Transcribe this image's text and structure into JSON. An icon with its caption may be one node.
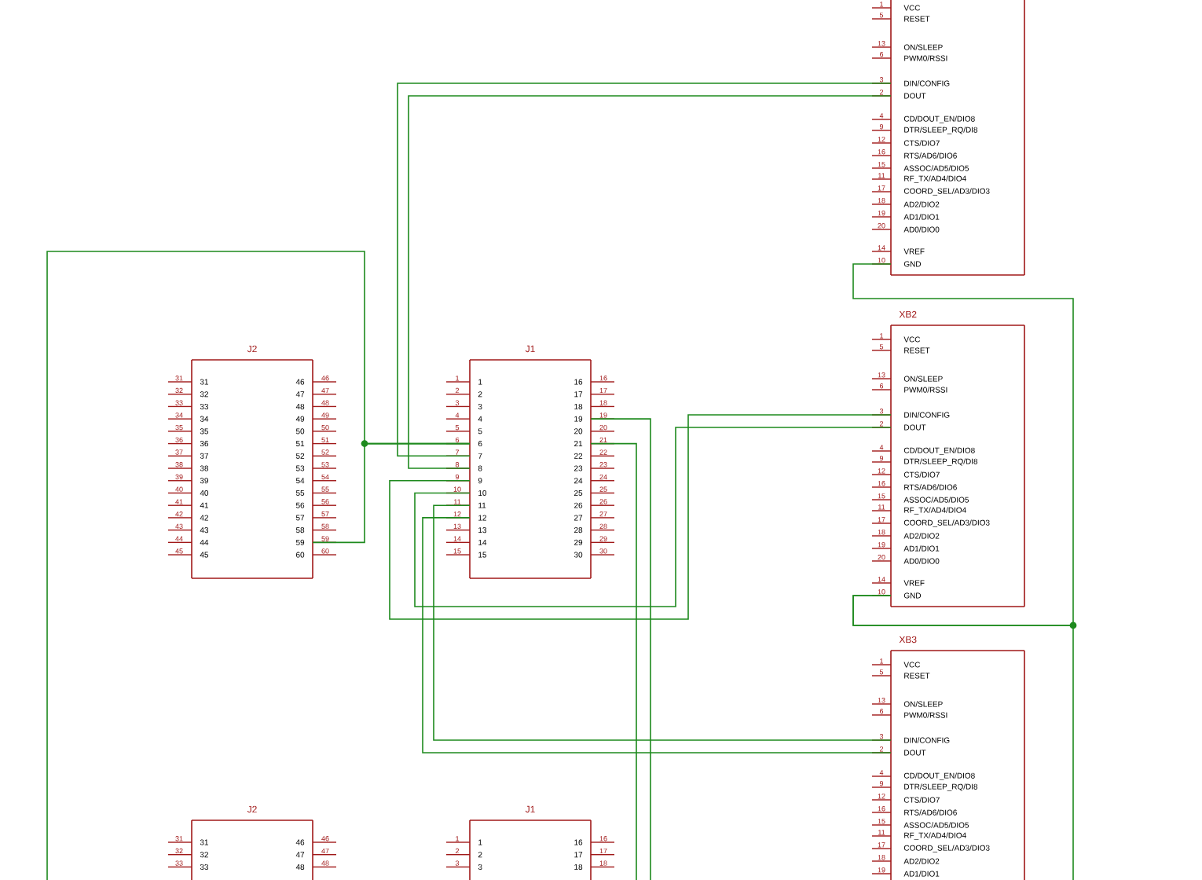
{
  "diagram": {
    "nodes": [
      {
        "text": [
          "VCC",
          "RESET",
          "ON/SLEEP",
          "PWM0/RSSI",
          "DIN/CONFIG",
          "DOUT",
          "CD/DOUT_EN/DIO8",
          "DTR/SLEEP_RQ/DI8",
          "CTS/DIO7",
          "RTS/AD6/DIO6",
          "ASSOC/AD5/DIO5",
          "RF_TX/AD4/DIO4",
          "COORD_SEL/AD3/DIO3",
          "AD2/DIO2",
          "AD1/DIO1",
          "AD0/DIO0",
          "VREF",
          "GND",
          "1",
          "5",
          "13",
          "6",
          "3",
          "2",
          "4",
          "9",
          "12",
          "16",
          "15",
          "11",
          "17",
          "18",
          "19",
          "20",
          "14",
          "10"
        ]
      },
      {
        "text": [
          "XB2",
          "VCC",
          "RESET",
          "ON/SLEEP",
          "PWM0/RSSI",
          "DIN/CONFIG",
          "DOUT",
          "CD/DOUT_EN/DIO8",
          "DTR/SLEEP_RQ/DI8",
          "CTS/DIO7",
          "RTS/AD6/DIO6",
          "ASSOC/AD5/DIO5",
          "RF_TX/AD4/DIO4",
          "COORD_SEL/AD3/DIO3",
          "AD2/DIO2",
          "AD1/DIO1",
          "AD0/DIO0",
          "VREF",
          "GND",
          "1",
          "5",
          "13",
          "6",
          "3",
          "2",
          "4",
          "9",
          "12",
          "16",
          "15",
          "11",
          "17",
          "18",
          "19",
          "20",
          "14",
          "10"
        ]
      },
      {
        "text": [
          "J2",
          "31",
          "32",
          "33",
          "34",
          "35",
          "36",
          "37",
          "38",
          "39",
          "40",
          "41",
          "42",
          "43",
          "44",
          "45",
          "46",
          "47",
          "48",
          "49",
          "50",
          "51",
          "52",
          "53",
          "54",
          "55",
          "56",
          "57",
          "58",
          "59",
          "60",
          "31",
          "32",
          "33",
          "34",
          "35",
          "36",
          "37",
          "38",
          "39",
          "40",
          "41",
          "42",
          "43",
          "44",
          "45",
          "46",
          "47",
          "48",
          "49",
          "50",
          "51",
          "52",
          "53",
          "54",
          "55",
          "56",
          "57",
          "58",
          "59",
          "60"
        ]
      },
      {
        "text": [
          "J1",
          "1",
          "2",
          "3",
          "4",
          "5",
          "6",
          "7",
          "8",
          "9",
          "10",
          "11",
          "12",
          "13",
          "14",
          "15",
          "16",
          "17",
          "18",
          "19",
          "20",
          "21",
          "22",
          "23",
          "24",
          "25",
          "26",
          "27",
          "28",
          "29",
          "30",
          "1",
          "2",
          "3",
          "4",
          "5",
          "6",
          "7",
          "8",
          "9",
          "10",
          "11",
          "12",
          "13",
          "14",
          "15",
          "16",
          "17",
          "18",
          "19",
          "20",
          "21",
          "22",
          "23",
          "24",
          "25",
          "26",
          "27",
          "28",
          "29",
          "30"
        ]
      },
      {
        "text": [
          "XB3",
          "VCC",
          "RESET",
          "ON/SLEEP",
          "PWM0/RSSI",
          "DIN/CONFIG",
          "DOUT",
          "CD/DOUT_EN/DIO8",
          "DTR/SLEEP_RQ/DI8",
          "CTS/DIO7",
          "RTS/AD6/DIO6",
          "ASSOC/AD5/DIO5",
          "RF_TX/AD4/DIO4",
          "COORD_SEL/AD3/DIO3",
          "AD2/DIO2",
          "AD1/DIO1",
          "1",
          "5",
          "13",
          "6",
          "3",
          "2",
          "4",
          "9",
          "12",
          "16",
          "15",
          "11",
          "17",
          "18",
          "19"
        ]
      },
      {
        "text": [
          "J2",
          "31",
          "32",
          "33",
          "46",
          "47",
          "48",
          "31",
          "32",
          "33",
          "46",
          "47",
          "48"
        ]
      },
      {
        "text": [
          "J1",
          "1",
          "2",
          "3",
          "16",
          "17",
          "18",
          "1",
          "2",
          "3",
          "16",
          "17",
          "18"
        ]
      }
    ],
    "edges": [
      {
        "from": 2,
        "to": 3,
        "arrow": "none"
      },
      {
        "from": 3,
        "to": null,
        "arrow": "none"
      },
      {
        "from": 0,
        "to": 3,
        "arrow": "none"
      },
      {
        "from": 0,
        "to": 3,
        "arrow": "none"
      },
      {
        "from": 1,
        "to": 3,
        "arrow": "none"
      },
      {
        "from": 1,
        "to": 3,
        "arrow": "none"
      },
      {
        "from": 3,
        "to": 4,
        "arrow": "none"
      },
      {
        "from": 3,
        "to": 4,
        "arrow": "none"
      },
      {
        "from": 3,
        "to": null,
        "arrow": "none"
      },
      {
        "from": 3,
        "to": null,
        "arrow": "none"
      },
      {
        "from": 0,
        "to": 1,
        "arrow": "none"
      },
      {
        "from": 1,
        "to": null,
        "arrow": "none"
      }
    ]
  }
}
